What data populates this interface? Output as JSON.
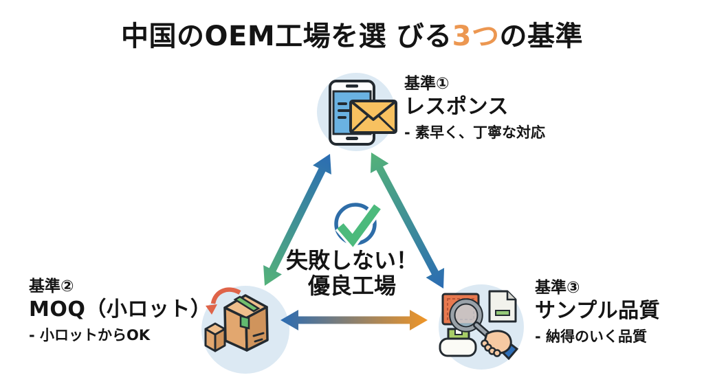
{
  "title": {
    "prefix": "中国のOEM工場を選 びる",
    "highlight": "3つ",
    "suffix": "の基準"
  },
  "center_badge": {
    "icon": "check-circle-icon",
    "line1": "失敗しない！",
    "line2": "優良工場"
  },
  "criteria": [
    {
      "badge": "基準①",
      "title": "レスポンス",
      "desc": "- 素早く、丁寧な対応",
      "icon": "smartphone-mail-icon"
    },
    {
      "badge": "基準②",
      "title": "MOQ（小ロット）",
      "desc": "- 小ロットからOK",
      "icon": "shipping-boxes-icon"
    },
    {
      "badge": "基準③",
      "title": "サンプル品質",
      "desc": "- 納得のいく品質",
      "icon": "sample-inspection-icon"
    }
  ],
  "colors": {
    "highlight_orange": "#EC9751",
    "arrow_blue": "#2B6CB3",
    "arrow_green": "#54B279",
    "arrow_orange": "#EF9527",
    "node_circle_bg": "#DCE9F3",
    "check_green": "#4CBA7C",
    "check_ring_blue": "#2E6DA8",
    "text_black": "#141414"
  }
}
